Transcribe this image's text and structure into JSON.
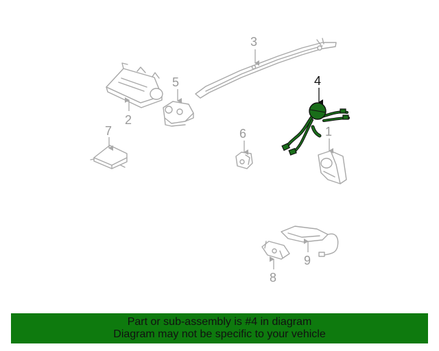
{
  "diagram": {
    "callouts": {
      "c1": "1",
      "c2": "2",
      "c3": "3",
      "c4": "4",
      "c5": "5",
      "c6": "6",
      "c7": "7",
      "c8": "8",
      "c9": "9"
    },
    "highlight_color": "#1a6e1a"
  },
  "banner": {
    "line1": "Part or sub-assembly is #4 in diagram",
    "line2": "Diagram may not be specific to your vehicle",
    "background": "#0e7a0e"
  }
}
